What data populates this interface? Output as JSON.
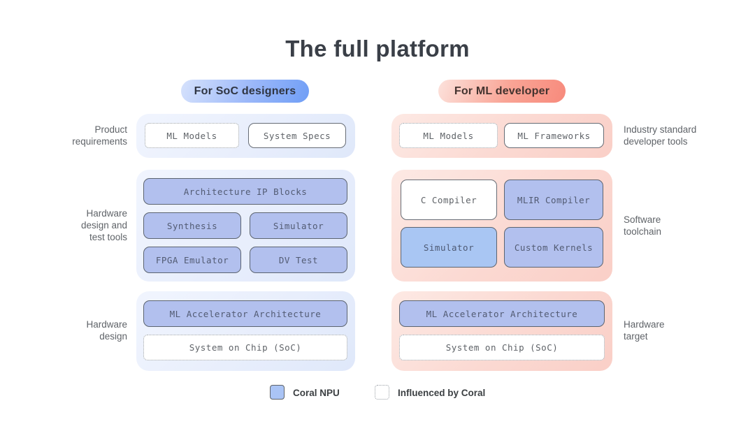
{
  "title": "The full platform",
  "pills": {
    "soc": "For SoC designers",
    "ml": "For ML developer"
  },
  "row_labels": {
    "left": [
      "Product\nrequirements",
      "Hardware\ndesign and\ntest tools",
      "Hardware\ndesign"
    ],
    "right": [
      "Industry standard\ndeveloper tools",
      "Software\ntoolchain",
      "Hardware\ntarget"
    ]
  },
  "soc_column": {
    "requirements": {
      "ml_models": "ML Models",
      "system_specs": "System Specs"
    },
    "tools": {
      "arch_ip": "Architecture IP Blocks",
      "synthesis": "Synthesis",
      "simulator": "Simulator",
      "fpga": "FPGA Emulator",
      "dv": "DV Test"
    },
    "design": {
      "accel": "ML Accelerator Architecture",
      "soc": "System on Chip (SoC)"
    }
  },
  "ml_column": {
    "requirements": {
      "ml_models": "ML Models",
      "frameworks": "ML Frameworks"
    },
    "toolchain": {
      "c_compiler": "C Compiler",
      "mlir": "MLIR Compiler",
      "simulator": "Simulator",
      "kernels": "Custom Kernels"
    },
    "target": {
      "accel": "ML Accelerator Architecture",
      "soc": "System on Chip (SoC)"
    }
  },
  "legend": {
    "coral": "Coral NPU",
    "influenced": "Influenced by Coral"
  },
  "colors": {
    "coral_npu_fill": "#b2c0ee",
    "simulator_light_fill": "#a9c6f3",
    "panel_blue": "#e8eefc",
    "panel_pink": "#fbd9d2",
    "pill_blue_gradient_start": "#d6e2fc",
    "pill_blue_gradient_end": "#6f9ef6",
    "pill_pink_gradient_start": "#fce2dc",
    "pill_pink_gradient_end": "#f78a7c",
    "solid_border": "#5c6470",
    "dotted_border": "#9aa0a6",
    "text_dark": "#3c4043"
  }
}
